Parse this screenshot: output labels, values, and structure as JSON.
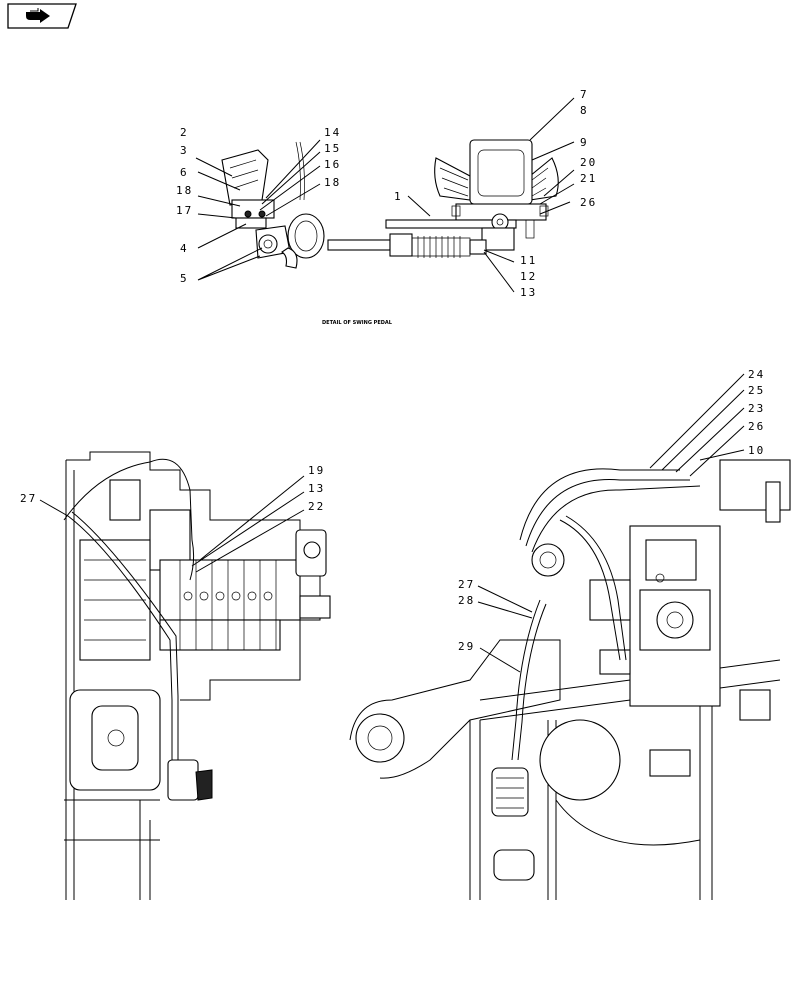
{
  "nav": {
    "icon": "back-arrow-icon"
  },
  "detail_caption": "DETAIL OF SWING PEDAL",
  "callouts_top": [
    "2",
    "3",
    "6",
    "18",
    "17",
    "4",
    "5",
    "14",
    "15",
    "16",
    "18",
    "1",
    "7",
    "8",
    "9",
    "20",
    "21",
    "26",
    "11",
    "12",
    "13"
  ],
  "callouts_left": [
    "27",
    "19",
    "13",
    "22"
  ],
  "callouts_right": [
    "24",
    "25",
    "23",
    "26",
    "10",
    "27",
    "28",
    "29"
  ]
}
